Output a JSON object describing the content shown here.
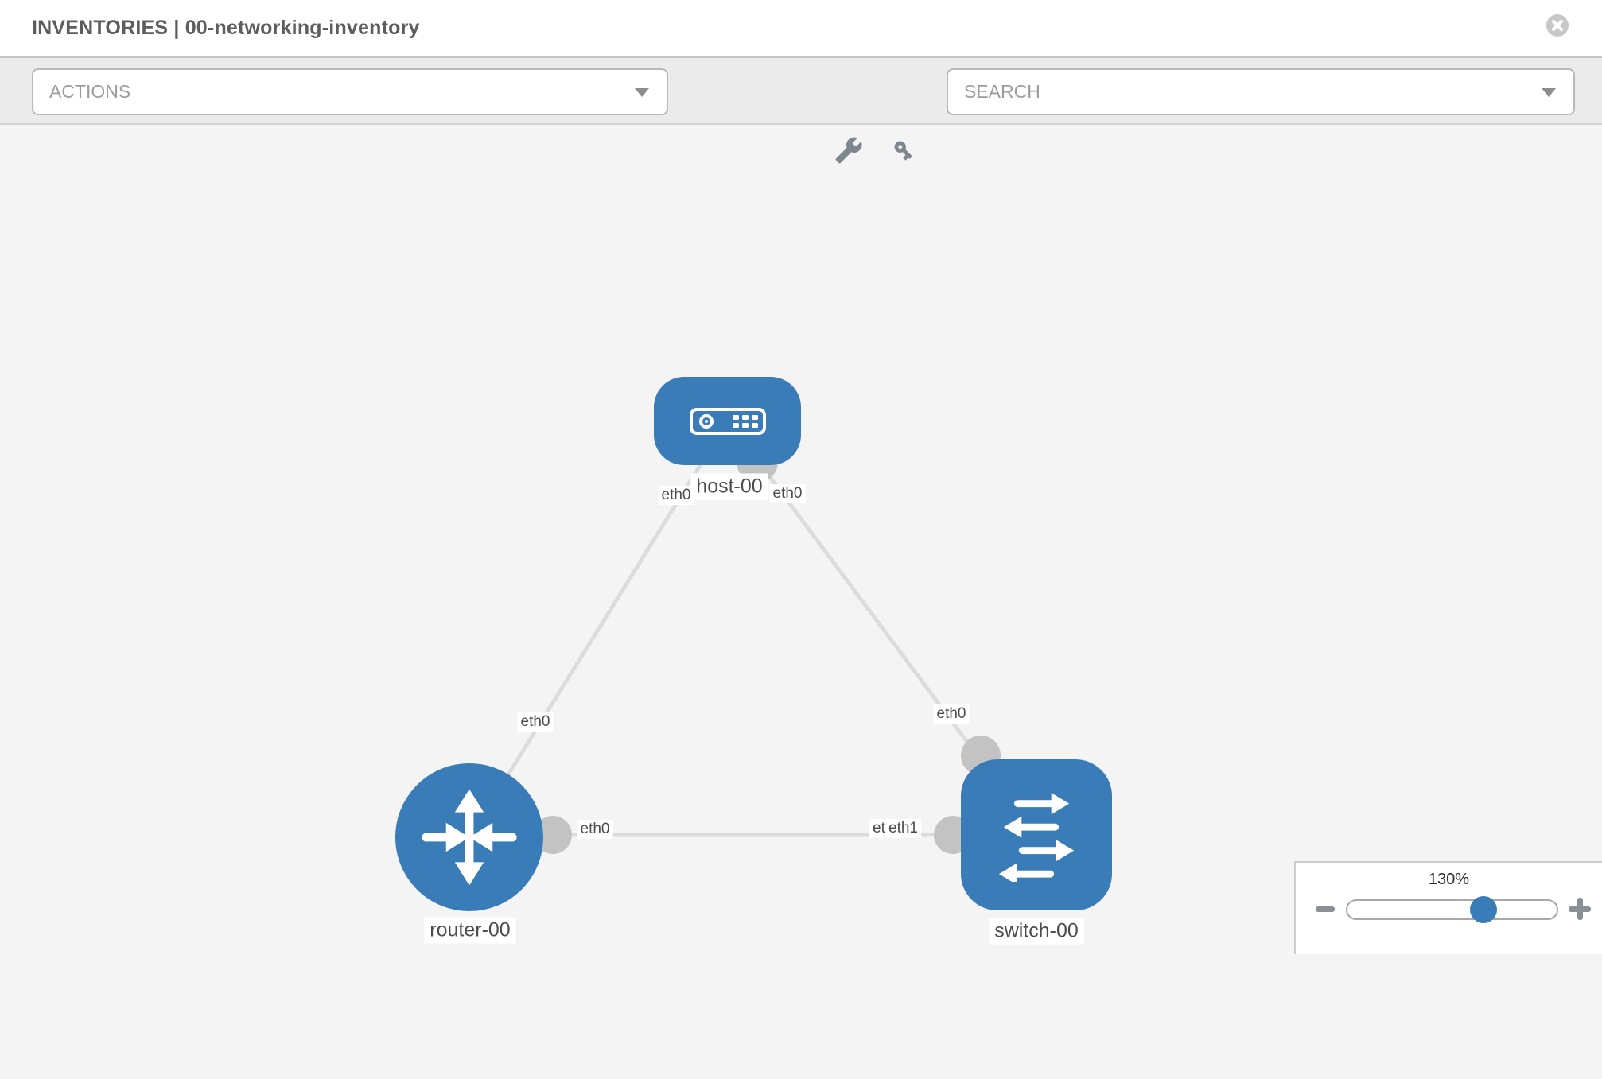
{
  "header": {
    "title": "INVENTORIES | 00-networking-inventory"
  },
  "toolbar": {
    "actions_label": "ACTIONS",
    "search_placeholder": "SEARCH",
    "icons": [
      "wrench-icon",
      "key-icon"
    ]
  },
  "topology": {
    "nodes": {
      "host": {
        "label": "host-00",
        "type": "host"
      },
      "router": {
        "label": "router-00",
        "type": "router"
      },
      "switch": {
        "label": "switch-00",
        "type": "switch"
      }
    },
    "links": [
      {
        "source": "host-00",
        "target": "router-00",
        "source_if": "eth0",
        "target_if": "eth0"
      },
      {
        "source": "host-00",
        "target": "switch-00",
        "source_if": "eth0",
        "target_if": "eth0"
      },
      {
        "source": "router-00",
        "target": "switch-00",
        "source_if": "eth0",
        "target_if": "eth1"
      }
    ],
    "interfaces": {
      "host_if_a": "eth0",
      "host_if_b": "eth0",
      "router_if_a": "eth0",
      "switch_if_b": "eth0",
      "router_if_c": "eth0",
      "switch_if_c_hidden": "eth0",
      "switch_if_c": "eth1"
    }
  },
  "zoom": {
    "level": "130%"
  },
  "colors": {
    "node_blue": "#3a7cb8",
    "link_gray": "#dcdcdc",
    "connector_gray": "#c3c3c3",
    "canvas_background": "#f4f4f4",
    "toolbar_background": "#ebebeb"
  }
}
